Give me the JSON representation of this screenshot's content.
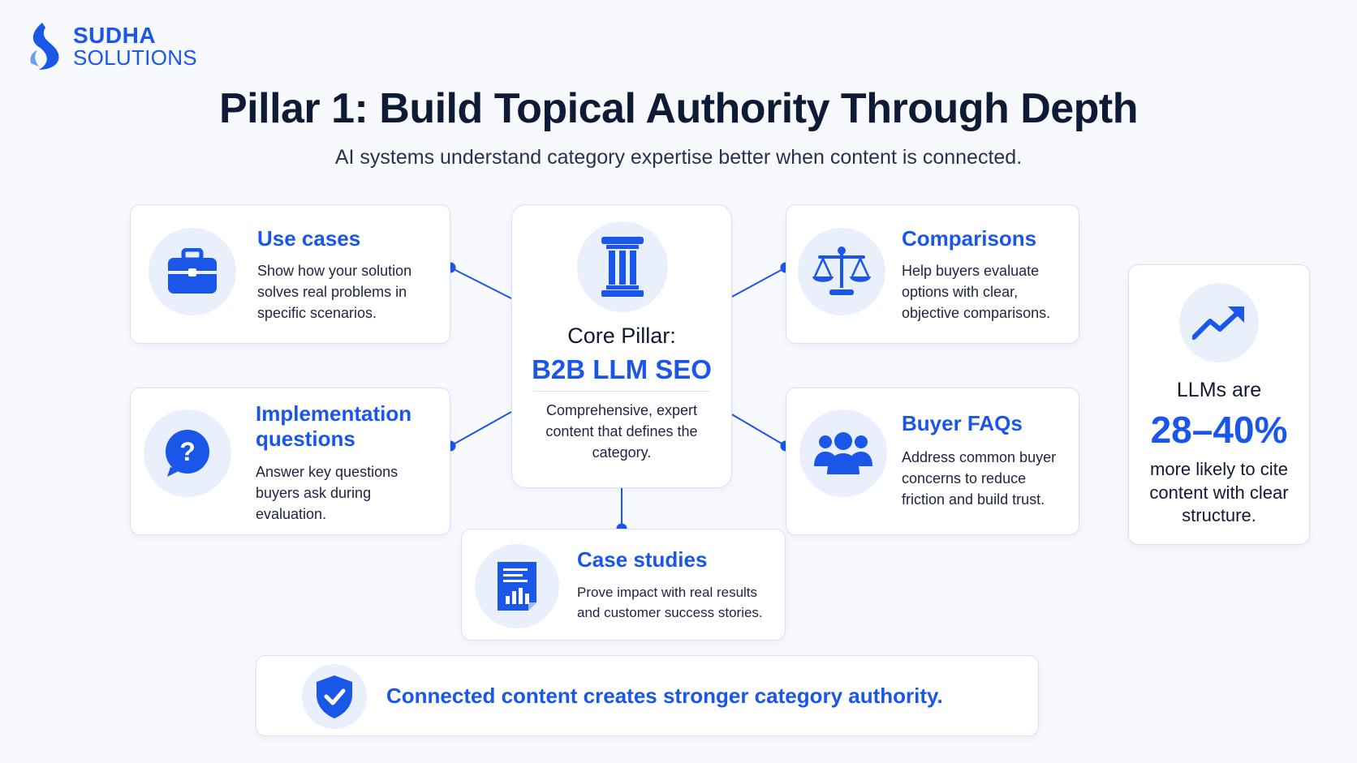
{
  "brand": {
    "name": "SUDHA",
    "sub": "SOLUTIONS"
  },
  "header": {
    "title": "Pillar 1: Build Topical Authority Through Depth",
    "subtitle": "AI systems understand category expertise better when content is connected."
  },
  "core": {
    "icon": "pillar-icon",
    "heading": "Core Pillar:",
    "name": "B2B LLM SEO",
    "description": "Comprehensive, expert content that defines the category."
  },
  "nodes": {
    "use_cases": {
      "icon": "briefcase-icon",
      "title": "Use cases",
      "description": "Show how your solution solves real problems in specific scenarios."
    },
    "implementation": {
      "icon": "question-bubble-icon",
      "title": "Implementation questions",
      "description": "Answer key questions buyers ask during evaluation."
    },
    "comparisons": {
      "icon": "scales-icon",
      "title": "Comparisons",
      "description": "Help buyers evaluate options with clear, objective comparisons."
    },
    "buyer_faqs": {
      "icon": "people-icon",
      "title": "Buyer FAQs",
      "description": "Address common buyer concerns to reduce friction and build trust."
    },
    "case_studies": {
      "icon": "report-chart-icon",
      "title": "Case studies",
      "description": "Prove impact with real results and customer success stories."
    }
  },
  "stat": {
    "icon": "trend-up-icon",
    "pre": "LLMs are",
    "value": "28–40%",
    "post": "more likely to cite content with clear structure."
  },
  "banner": {
    "icon": "shield-check-icon",
    "text": "Connected content creates stronger category authority."
  },
  "colors": {
    "accent": "#1a56e8",
    "title": "#0f1a36",
    "icon_bg": "#e9f0fc",
    "card_border": "#d6e2f5",
    "page_bg": "#f7f9fc"
  }
}
